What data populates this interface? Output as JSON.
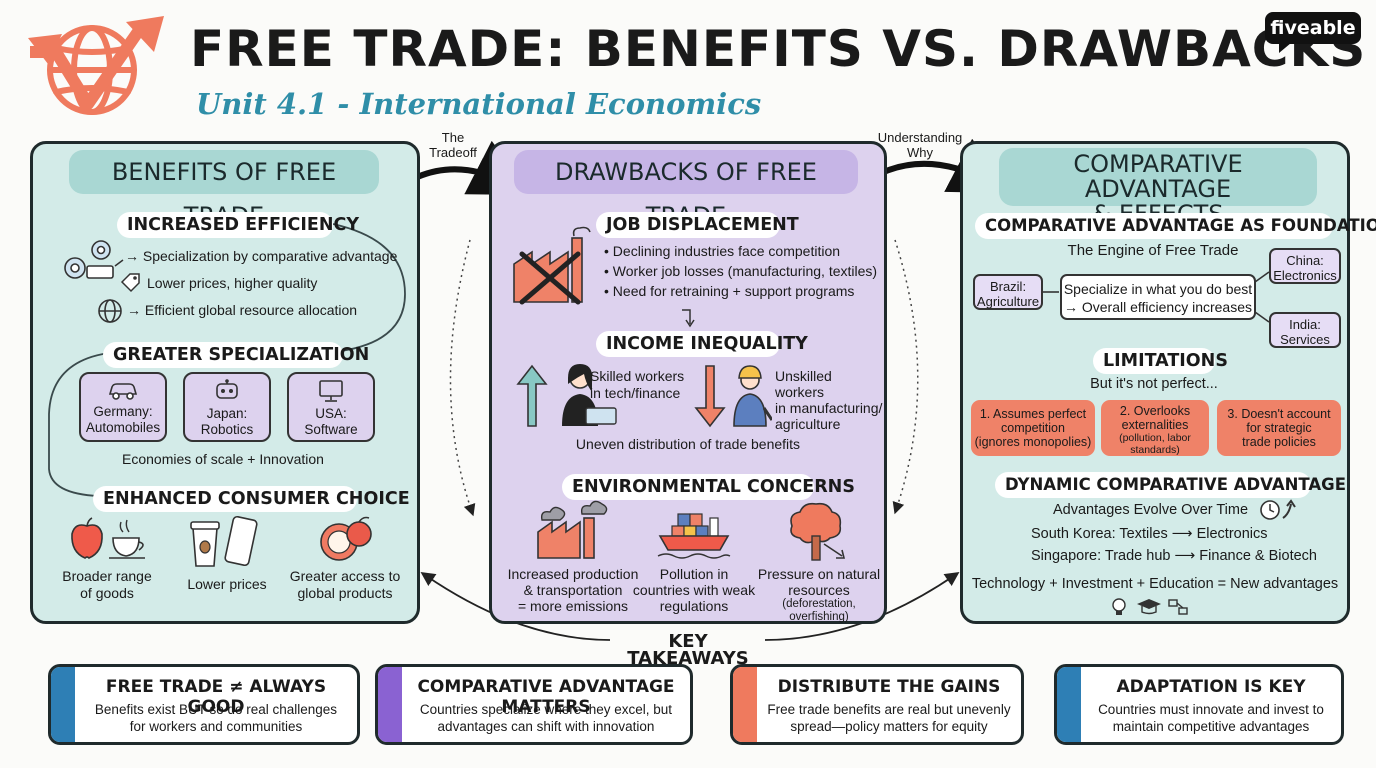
{
  "header": {
    "title": "FREE TRADE: BENEFITS VS. DRAWBACKS",
    "subtitle": "Unit 4.1 - International Economics",
    "brand": "fiveable"
  },
  "connectors": {
    "tradeoff": "The\nTradeoff",
    "understanding": "Understanding\nWhy",
    "key_takeaways": "KEY TAKEAWAYS"
  },
  "benefits": {
    "title": "BENEFITS OF FREE TRADE",
    "efficiency": {
      "heading": "INCREASED EFFICIENCY",
      "items": [
        "→ Specialization by comparative advantage",
        "Lower prices, higher quality",
        "→ Efficient global resource allocation"
      ]
    },
    "specialization": {
      "heading": "GREATER SPECIALIZATION",
      "cards": [
        {
          "label": "Germany:\nAutomobiles",
          "icon": "car-icon"
        },
        {
          "label": "Japan:\nRobotics",
          "icon": "robot-icon"
        },
        {
          "label": "USA:\nSoftware",
          "icon": "monitor-icon"
        }
      ],
      "note": "Economies of scale + Innovation"
    },
    "consumer": {
      "heading": "ENHANCED CONSUMER CHOICE",
      "items": [
        {
          "label": "Broader range\nof goods",
          "icon": "apple-teacup-icon"
        },
        {
          "label": "Lower prices",
          "icon": "coffee-phone-icon"
        },
        {
          "label": "Greater access to\nglobal products",
          "icon": "fruit-icon"
        }
      ]
    }
  },
  "drawbacks": {
    "title": "DRAWBACKS OF FREE TRADE",
    "job": {
      "heading": "JOB DISPLACEMENT",
      "items": [
        "• Declining industries face competition",
        "• Worker job losses (manufacturing, textiles)",
        "• Need for retraining + support programs"
      ]
    },
    "income": {
      "heading": "INCOME INEQUALITY",
      "skilled": "Skilled workers\nin tech/finance",
      "unskilled": "Unskilled workers\nin manufacturing/\nagriculture",
      "note": "Uneven distribution of trade benefits"
    },
    "environment": {
      "heading": "ENVIRONMENTAL CONCERNS",
      "items": [
        {
          "label": "Increased production\n& transportation\n= more emissions",
          "small": ""
        },
        {
          "label": "Pollution in\ncountries with weak\nregulations",
          "small": ""
        },
        {
          "label": "Pressure on natural\nresources",
          "small": "(deforestation, overfishing)"
        }
      ]
    }
  },
  "comparative": {
    "title": "COMPARATIVE ADVANTAGE\n& EFFECTS",
    "foundation": {
      "heading": "COMPARATIVE ADVANTAGE AS FOUNDATION",
      "sub": "The Engine of Free Trade",
      "center": "Specialize in what you do best\n→ Overall efficiency increases",
      "tags": [
        "Brazil:\nAgriculture",
        "China:\nElectronics",
        "India:\nServices"
      ]
    },
    "limitations": {
      "heading": "LIMITATIONS",
      "sub": "But it's not perfect...",
      "items": [
        {
          "label": "1. Assumes perfect\ncompetition\n(ignores monopolies)",
          "small": ""
        },
        {
          "label": "2. Overlooks\nexternalities",
          "small": "(pollution, labor\nstandards)"
        },
        {
          "label": "3. Doesn't account\nfor strategic\ntrade policies",
          "small": ""
        }
      ]
    },
    "dynamic": {
      "heading": "DYNAMIC COMPARATIVE ADVANTAGE",
      "sub": "Advantages Evolve Over Time",
      "ex1": "South Korea: Textiles ⟶ Electronics",
      "ex2": "Singapore: Trade hub ⟶ Finance & Biotech",
      "formula": "Technology + Investment + Education = New advantages"
    }
  },
  "takeaways": [
    {
      "title": "FREE TRADE ≠ ALWAYS GOOD",
      "body": "Benefits exist BUT so do real challenges\nfor workers and communities",
      "color": "#2e7fb5"
    },
    {
      "title": "COMPARATIVE ADVANTAGE MATTERS",
      "body": "Countries specialize where they excel, but\nadvantages can shift with innovation",
      "color": "#8a62d2"
    },
    {
      "title": "DISTRIBUTE THE GAINS",
      "body": "Free trade benefits are real but unevenly\nspread—policy matters for equity",
      "color": "#ef7a5e"
    },
    {
      "title": "ADAPTATION IS KEY",
      "body": "Countries must innovate and invest to\nmaintain competitive advantages",
      "color": "#2e7fb5"
    }
  ],
  "colors": {
    "teal_panel": "#d3ebe8",
    "purple_panel": "#ddd2ee",
    "coral": "#ef8268",
    "accent_blue": "#2f8ea8"
  }
}
